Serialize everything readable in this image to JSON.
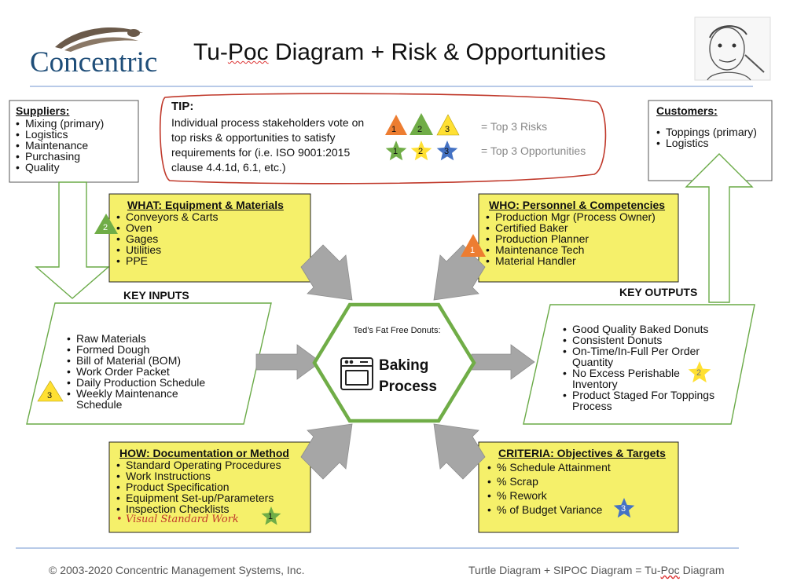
{
  "header": {
    "logo_text": "Concentric",
    "title_pre": "Tu-",
    "title_squiggle": "Poc",
    "title_post": " Diagram + Risk & Opportunities"
  },
  "tip": {
    "title": "TIP:",
    "body": "Individual process stakeholders vote on top risks & opportunities to satisfy requirements for (i.e. ISO 9001:2015 clause 4.4.1d, 6.1, etc.)",
    "risk_markers": [
      "1",
      "2",
      "3"
    ],
    "opportunity_markers": [
      "1",
      "2",
      "3"
    ],
    "risks_label": "= Top 3 Risks",
    "opportunities_label": "= Top 3 Opportunities"
  },
  "suppliers": {
    "heading": "Suppliers:",
    "items": [
      "Mixing (primary)",
      "Logistics",
      "Maintenance",
      "Purchasing",
      "Quality"
    ]
  },
  "customers": {
    "heading": "Customers:",
    "items": [
      "Toppings (primary)",
      "Logistics"
    ]
  },
  "what": {
    "heading": "WHAT: Equipment & Materials",
    "items": [
      "Conveyors & Carts",
      "Oven",
      "Gages",
      "Utilities",
      "PPE"
    ],
    "risk_marker": "2"
  },
  "who": {
    "heading": "WHO: Personnel & Competencies",
    "items": [
      "Production Mgr (Process Owner)",
      "Certified Baker",
      "Production Planner",
      "Maintenance Tech",
      "Material Handler"
    ],
    "risk_marker": "1"
  },
  "key_inputs": {
    "label": "KEY INPUTS",
    "items": [
      "Raw Materials",
      "Formed Dough",
      "Bill of Material (BOM)",
      "Work Order Packet",
      "Daily Production Schedule",
      "Weekly Maintenance Schedule"
    ],
    "risk_marker": "3"
  },
  "key_outputs": {
    "label": "KEY OUTPUTS",
    "items": [
      "Good Quality Baked Donuts",
      "Consistent Donuts",
      "On-Time/In-Full Per Order Quantity",
      "No Excess Perishable Inventory",
      "Product Staged For Toppings Process"
    ],
    "opportunity_marker": "2"
  },
  "process": {
    "subtitle": "Ted’s Fat Free Donuts:",
    "name_line1": "Baking",
    "name_line2": "Process"
  },
  "how": {
    "heading": "HOW: Documentation or Method",
    "items": [
      "Standard Operating Procedures",
      "Work Instructions",
      "Product Specification",
      "Equipment Set-up/Parameters",
      "Inspection Checklists"
    ],
    "highlight_item": "Visual Standard Work",
    "opportunity_marker": "1"
  },
  "criteria": {
    "heading": "CRITERIA: Objectives & Targets",
    "items": [
      "% Schedule Attainment",
      "% Scrap",
      "% Rework",
      "% of Budget Variance"
    ],
    "opportunity_marker": "3"
  },
  "footer": {
    "copyright": "© 2003-2020 Concentric Management Systems, Inc.",
    "right_pre": "Turtle Diagram + SIPOC Diagram = Tu-",
    "right_squiggle": "Poc",
    "right_post": " Diagram"
  },
  "colors": {
    "yellow_box": "#f5f06a",
    "hex_green": "#70ad47",
    "arrow_gray": "#a6a6a6",
    "accent_line": "#8eaadb",
    "tip_outline": "#c0392b",
    "marker_orange": "#ed7d31",
    "marker_green": "#70ad47",
    "marker_yellow": "#ffe033",
    "marker_blue": "#4472c4",
    "logo_blue": "#1f4e79"
  }
}
